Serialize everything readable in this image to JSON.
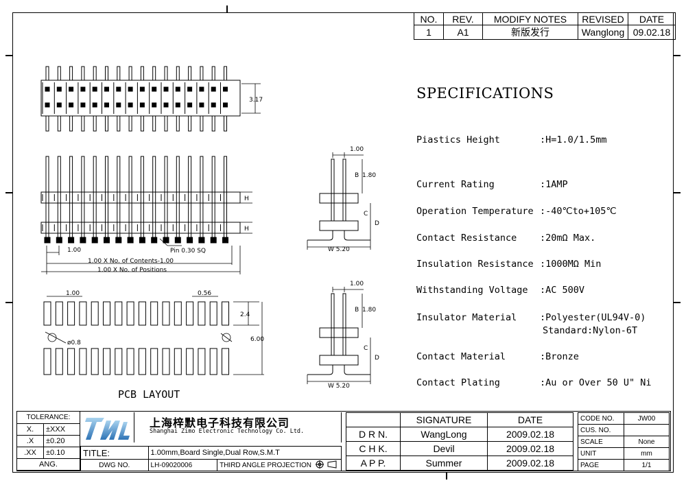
{
  "revision_table": {
    "headers": [
      "NO.",
      "REV.",
      "MODIFY NOTES",
      "REVISED",
      "DATE"
    ],
    "row": [
      "1",
      "A1",
      "新版发行",
      "Wanglong",
      "09.02.18"
    ]
  },
  "specifications": {
    "title": "SPECIFICATIONS",
    "items": [
      {
        "label": "Piastics Height",
        "value": ":H=1.0/1.5mm"
      },
      {
        "label": "Current Rating",
        "value": ":1AMP"
      },
      {
        "label": "Operation Temperature",
        "value": ":-40℃to+105℃"
      },
      {
        "label": "Contact Resistance",
        "value": ":20mΩ Max."
      },
      {
        "label": "Insulation Resistance",
        "value": ":1000MΩ Min"
      },
      {
        "label": "Withstanding Voltage",
        "value": ":AC 500V"
      },
      {
        "label": "Insulator Material",
        "value": ":Polyester(UL94V-0)",
        "value2": "Standard:Nylon-6T"
      },
      {
        "label": "Contact Material",
        "value": ":Bronze"
      },
      {
        "label": "Contact Plating",
        "value": ":Au or Over 50 U\" Ni"
      }
    ]
  },
  "dimensions": {
    "top_height": "3.17",
    "pitch": "1.00",
    "pin_size": "Pin 0.30 SQ",
    "contents_formula": "1.00 X No. of Contents-1.00",
    "positions_formula": "1.00 X No. of Positions",
    "side_pitch": "1.00",
    "side_b": "B",
    "side_b_val": "1.80",
    "side_c": "C",
    "side_d": "D",
    "side_w": "W 5.20",
    "h": "H",
    "pcb_pitch": "1.00",
    "pcb_pad_width": "0.56",
    "pcb_pad_len": "2.4",
    "pcb_span": "6.00",
    "pcb_hole": "ø0.8"
  },
  "pcb_label": "PCB LAYOUT",
  "title_block": {
    "tolerance": {
      "header": "TOLERANCE:",
      "rows": [
        [
          "X.",
          "±XXX"
        ],
        [
          ".X",
          "±0.20"
        ],
        [
          ".XX",
          "±0.10"
        ]
      ],
      "ang": "ANG."
    },
    "company_cn": "上海梓默电子科技有限公司",
    "company_en": "Shanghai Zimo Electronic Technology Co. Ltd.",
    "title_label": "TITLE:",
    "title_value": "1.00mm,Board Single,Dual Row,S.M.T",
    "dwg_label": "DWG NO.",
    "dwg_value": "LH-09020006",
    "projection": "THIRD ANGLE PROJECTION",
    "sig_headers": [
      "SIGNATURE",
      "DATE"
    ],
    "sig_rows": [
      [
        "D R N.",
        "WangLong",
        "2009.02.18"
      ],
      [
        "C H K.",
        "Devil",
        "2009.02.18"
      ],
      [
        "A P P.",
        "Summer",
        "2009.02.18"
      ]
    ],
    "code_rows": [
      [
        "CODE NO.",
        "JW00"
      ],
      [
        "CUS. NO.",
        ""
      ],
      [
        "SCALE",
        "None"
      ],
      [
        "UNIT",
        "mm"
      ],
      [
        "PAGE",
        "1/1"
      ]
    ]
  }
}
